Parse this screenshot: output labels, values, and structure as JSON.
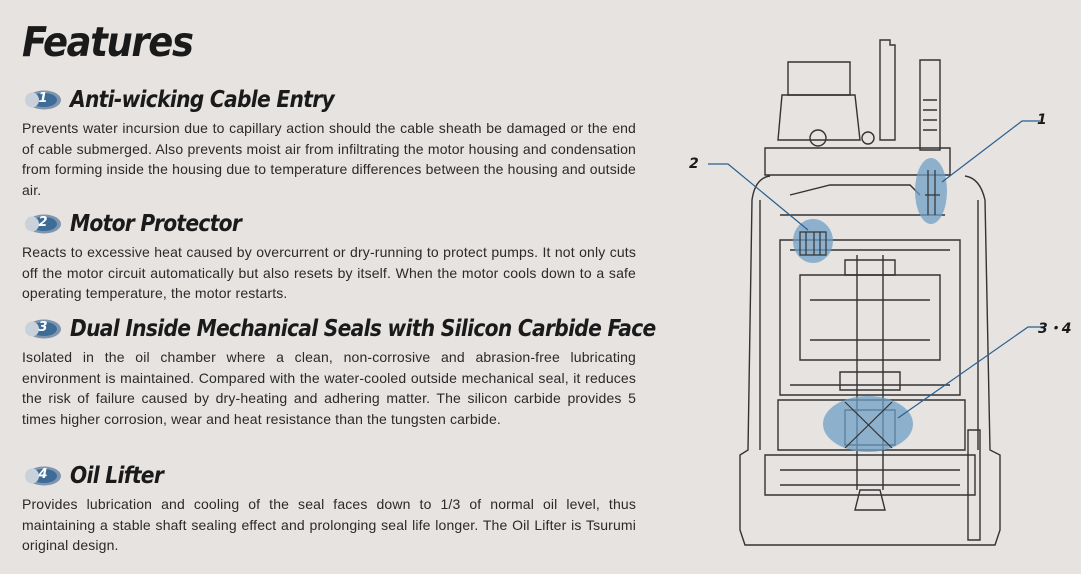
{
  "title": "Features",
  "features": [
    {
      "num": "1",
      "title": "Anti-wicking Cable Entry",
      "body": "Prevents water incursion due to capillary action should the cable sheath be damaged or the end of cable submerged. Also prevents moist air from infiltrating the motor housing and condensation from forming inside the housing due to temperature differences between the housing and outside air."
    },
    {
      "num": "2",
      "title": "Motor Protector",
      "body": "Reacts to excessive heat caused by overcurrent or dry-running to protect pumps. It not only cuts off the motor circuit automatically but also resets by itself. When the motor cools down to a safe operating temperature, the motor restarts."
    },
    {
      "num": "3",
      "title": "Dual Inside Mechanical Seals with Silicon Carbide Face",
      "body": "Isolated in the oil chamber where a clean, non-corrosive and abrasion-free lubricating environment is maintained. Compared with the water-cooled outside mechanical seal, it reduces the risk of failure caused by dry-heating and adhering matter. The silicon carbide provides 5 times higher corrosion, wear and heat resistance than the tungsten carbide."
    },
    {
      "num": "4",
      "title": "Oil Lifter",
      "body": "Provides lubrication and cooling of the seal faces down to 1/3 of normal oil level, thus maintaining a stable shaft sealing effect and prolonging seal life longer. The Oil Lifter is Tsurumi original design."
    }
  ],
  "diagram": {
    "callouts": [
      "1",
      "2",
      "3・4"
    ],
    "highlight_color": "#6f9fc4"
  }
}
